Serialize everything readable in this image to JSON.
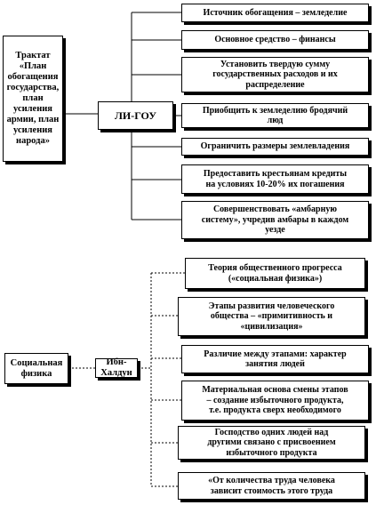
{
  "upper": {
    "source": "Трактат\n«План\nобогащения\nгосударства,\nплан усиления\nармии, план\nусиления\nнарода»",
    "hub": "ЛИ-ГОУ",
    "items": [
      "Источник обогащения – земледелие",
      "Основное средство – финансы",
      "Установить твердую сумму\nгосударственных расходов и их\nраспределение",
      "Приобщить к земледелию бродячий\nлюд",
      "Ограничить размеры землевладения",
      "Предоставить крестьянам кредиты\nна условиях 10-20% их погашения",
      "Совершенствовать «амбарную\nсистему», учредив амбары в каждом\nуезде"
    ]
  },
  "lower": {
    "source": "Социальная\nфизика",
    "hub": "Ибн-Халдун",
    "items": [
      "Теория общественного прогресса\n(«социальная физика»)",
      "Этапы развития человеческого\nобщества – «примитивность и\n«цивилизация»",
      "Различие между этапами: характер\nзанятия людей",
      "Материальная основа смены этапов\n– создание избыточного продукта,\nт.е. продукта сверх необходимого",
      "Господство одних людей над\nдругими связано с присвоением\nизбыточного продукта",
      "«От количества труда человека\nзависит стоимость этого труда"
    ]
  }
}
